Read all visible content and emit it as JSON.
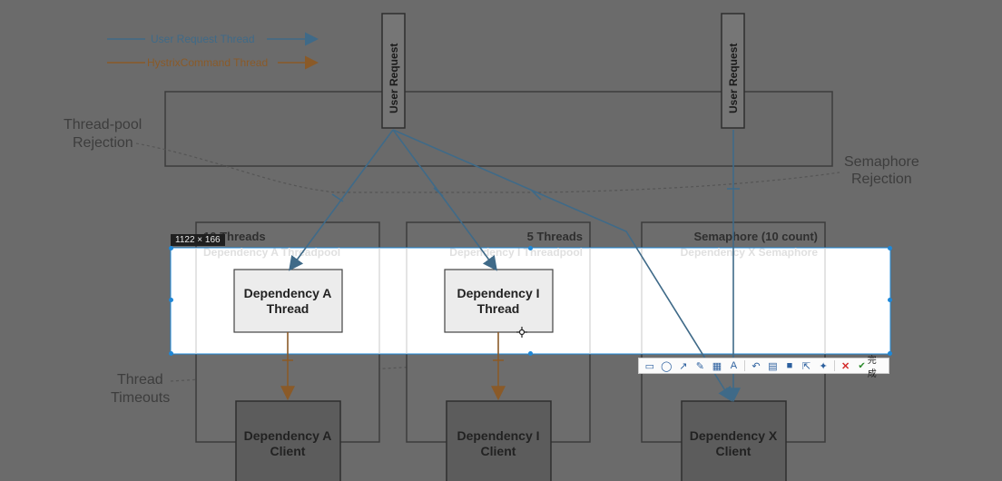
{
  "legend": {
    "user_thread": "User Request Thread",
    "hystrix_thread": "HystrixCommand Thread",
    "user_color": "#3f6a88",
    "hystrix_color": "#8a5a28"
  },
  "user_requests": [
    "User Request",
    "User Request"
  ],
  "labels": {
    "threadpool_rejection": [
      "Thread-pool",
      "Rejection"
    ],
    "semaphore_rejection": [
      "Semaphore",
      "Rejection"
    ],
    "thread_timeouts": [
      "Thread",
      "Timeouts"
    ]
  },
  "groups": [
    {
      "heading": "10 Threads",
      "sub": "Dependency A Threadpool",
      "thread_box": [
        "Dependency A",
        "Thread"
      ],
      "client": [
        "Dependency A",
        "Client"
      ]
    },
    {
      "heading": "5 Threads",
      "sub": "Dependency I Threadpool",
      "thread_box": [
        "Dependency I",
        "Thread"
      ],
      "client": [
        "Dependency I",
        "Client"
      ]
    },
    {
      "heading": "Semaphore (10 count)",
      "sub": "Dependency X Semaphore",
      "client": [
        "Dependency X",
        "Client"
      ]
    }
  ],
  "selection": {
    "size_label": "1122 × 166"
  },
  "toolbar": {
    "tools": [
      "rectangle-icon",
      "ellipse-icon",
      "arrow-icon",
      "pen-icon",
      "mosaic-icon",
      "text-icon",
      "undo-icon",
      "save-icon",
      "copy-icon",
      "share-icon",
      "pin-icon"
    ],
    "cancel_icon": "cancel-icon",
    "done_label": "完成"
  }
}
